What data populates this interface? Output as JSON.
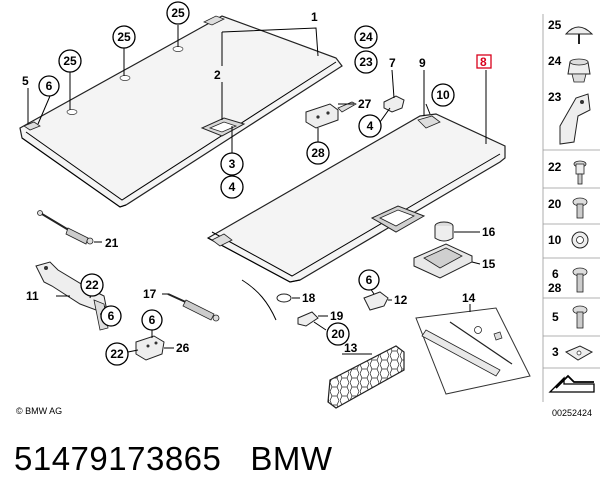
{
  "copyright": "© BMW AG",
  "diagram_number": "00252424",
  "part_number": "51479173865",
  "brand": "BMW",
  "diagram_labels": {
    "p1": "1",
    "p2": "2",
    "p5": "5",
    "p7": "7",
    "p9": "9",
    "p8": "8",
    "p11": "11",
    "p12": "12",
    "p13": "13",
    "p14": "14",
    "p15": "15",
    "p16": "16",
    "p17": "17",
    "p18": "18",
    "p19": "19",
    "p21": "21",
    "p26": "26",
    "p27": "27"
  },
  "callouts": {
    "c25a": "25",
    "c25b": "25",
    "c25c": "25",
    "c6a": "6",
    "c3": "3",
    "c4a": "4",
    "c24": "24",
    "c23": "23",
    "c4b": "4",
    "c28": "28",
    "c10": "10",
    "c22a": "22",
    "c6b": "6",
    "c6c": "6",
    "c22b": "22",
    "c6d": "6",
    "c20": "20"
  },
  "side_legend": [
    "25",
    "24",
    "23",
    "22",
    "20",
    "10",
    "6",
    "28",
    "5",
    "3"
  ],
  "highlight_color": "#d9001b"
}
